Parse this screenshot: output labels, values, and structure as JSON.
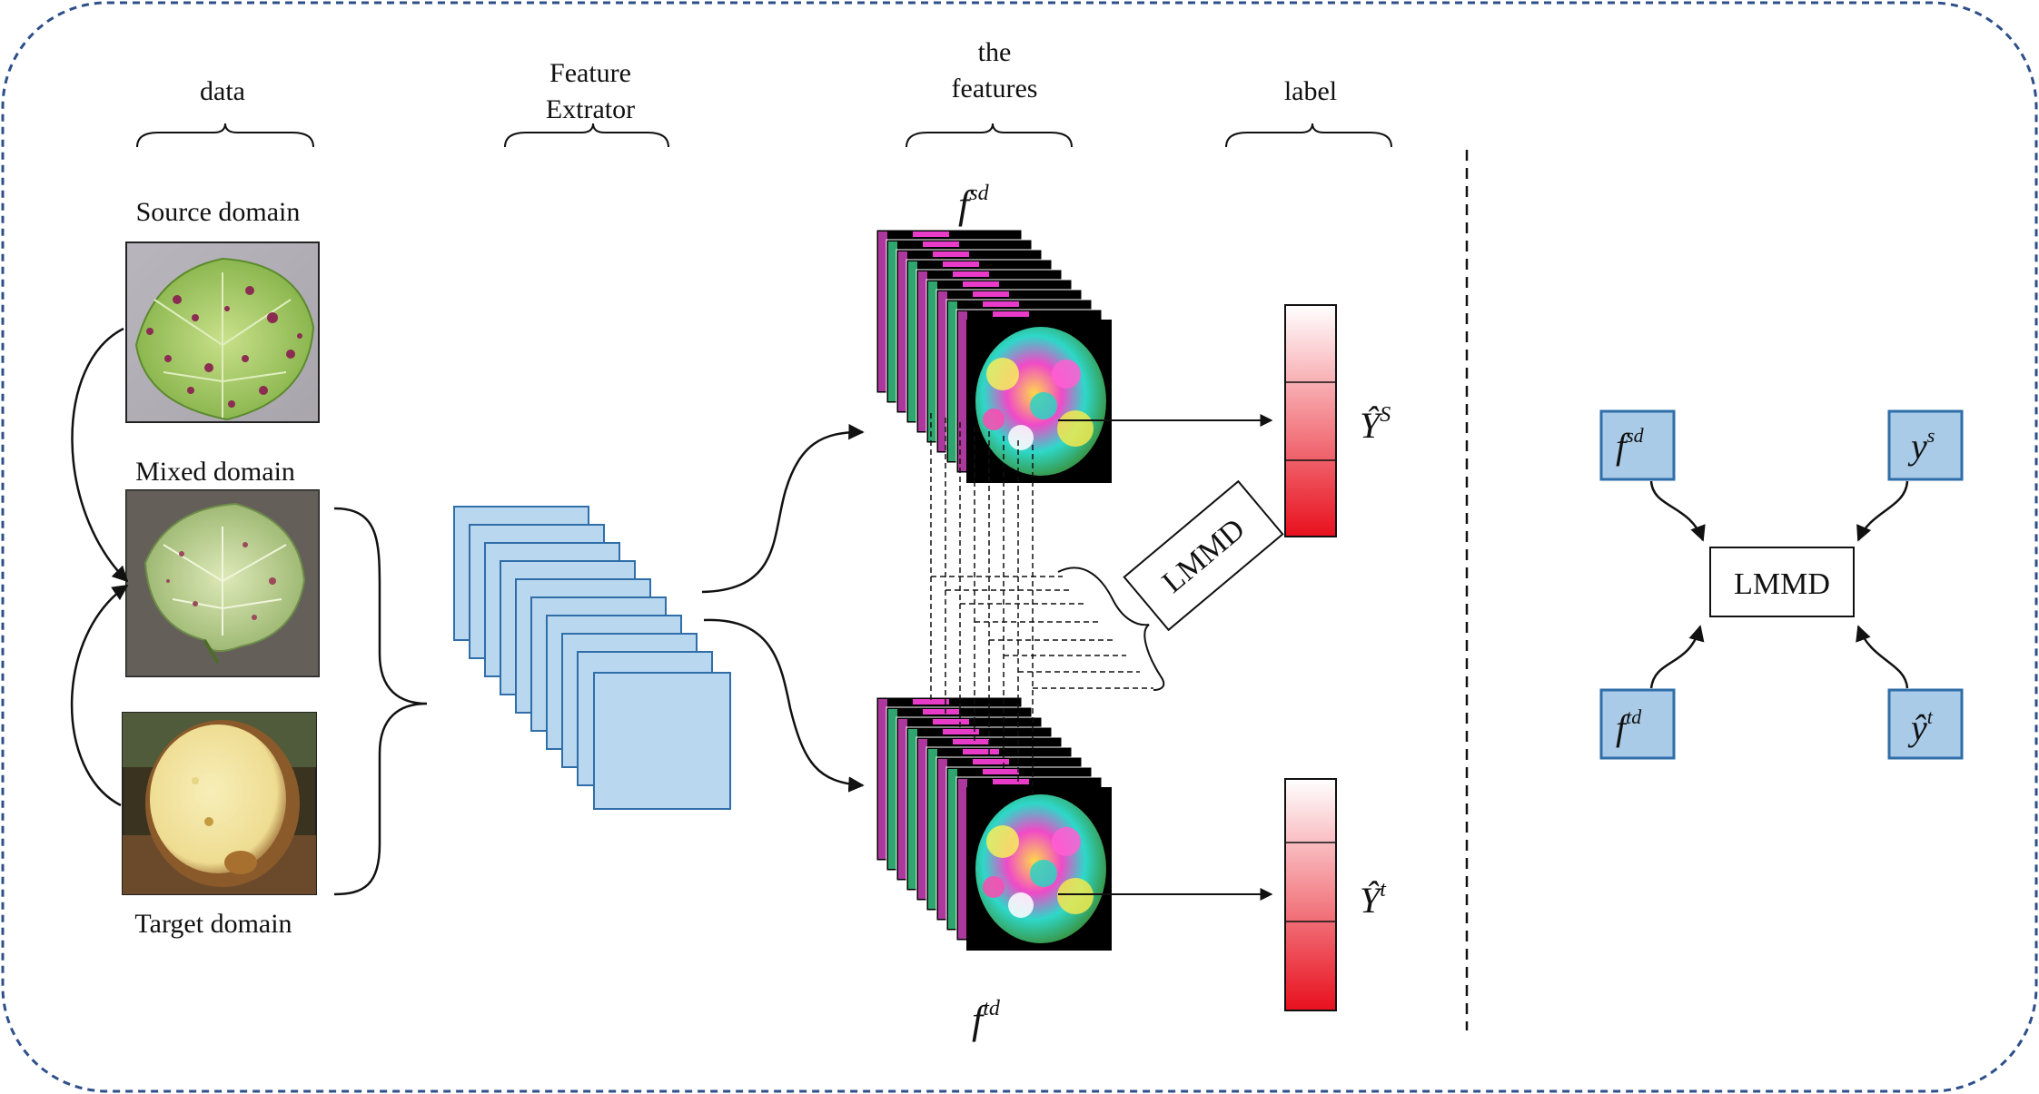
{
  "colors": {
    "frame": "#2e4f8a",
    "extractor_fill": "#b9d7ee",
    "extractor_stroke": "#2f6ea8",
    "label_bar_red": "#e8101e",
    "node_fill": "#a9cbe8",
    "node_stroke": "#2f6ea8",
    "ink": "#111111"
  },
  "headers": {
    "data": "data",
    "extractor_line1": "Feature",
    "extractor_line2": "Extrator",
    "features_line1": "the",
    "features_line2": "features",
    "label": "label"
  },
  "domains": {
    "source": "Source domain",
    "mixed": "Mixed domain",
    "target": "Target domain"
  },
  "features": {
    "source_symbol": "f",
    "source_sup": "sd",
    "target_symbol": "f",
    "target_sup": "td"
  },
  "labels": {
    "source_symbol": "Ŷ",
    "source_sup": "S",
    "target_symbol": "Ŷ",
    "target_sup": "t"
  },
  "lmmd_tag": "LMMD",
  "right_panel": {
    "center": "LMMD",
    "f_sd": {
      "symbol": "f",
      "sup": "sd"
    },
    "y_s": {
      "symbol": "y",
      "sup": "s"
    },
    "f_td": {
      "symbol": "f",
      "sup": "td"
    },
    "y_t": {
      "symbol": "ŷ",
      "sup": "t"
    }
  },
  "icons": {
    "source_leaf": "spotted-leaf-image",
    "mixed_leaf": "faded-leaf-image",
    "target_tuber": "cut-tuber-image",
    "feature_map": "colorful-feature-map-image"
  }
}
